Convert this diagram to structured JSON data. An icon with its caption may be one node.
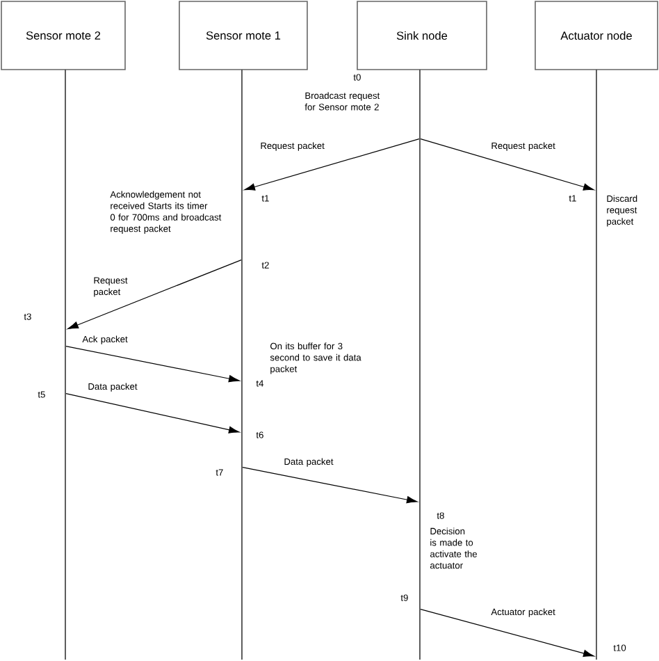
{
  "diagram": {
    "nodes": [
      {
        "text": [
          "Sensor mote 2"
        ]
      },
      {
        "text": [
          "Sensor mote 1"
        ]
      },
      {
        "text": [
          "Sink node"
        ]
      },
      {
        "text": [
          "Actuator node"
        ]
      },
      {
        "text": [],
        "shape": "line"
      },
      {
        "text": [],
        "shape": "line"
      },
      {
        "text": [],
        "shape": "line"
      },
      {
        "text": [],
        "shape": "line"
      }
    ],
    "edges": [
      {
        "from": 6,
        "to": 5,
        "arrow": "to",
        "label": "Request packet"
      },
      {
        "from": 6,
        "to": 7,
        "arrow": "to",
        "label": "Request packet"
      },
      {
        "from": 5,
        "to": 4,
        "arrow": "to",
        "label": "Request packet"
      },
      {
        "from": 4,
        "to": 5,
        "arrow": "to",
        "label": "Ack packet"
      },
      {
        "from": 4,
        "to": 5,
        "arrow": "to",
        "label": "Data packet"
      },
      {
        "from": 5,
        "to": 6,
        "arrow": "to",
        "label": "Data packet"
      },
      {
        "from": 6,
        "to": 7,
        "arrow": "to",
        "label": "Actuator packet"
      }
    ],
    "labels": [
      "t0",
      "Broadcast request for Sensor mote 2",
      "t1",
      "t1",
      "Discard request packet",
      "Acknowledgement not received Starts its timer 0 for 700ms and broadcast request packet",
      "t2",
      "t3",
      "On its buffer for 3 second to save it data packet",
      "t4",
      "t5",
      "t6",
      "t7",
      "t8",
      "Decision is made to activate the actuator",
      "t9",
      "t10"
    ]
  }
}
